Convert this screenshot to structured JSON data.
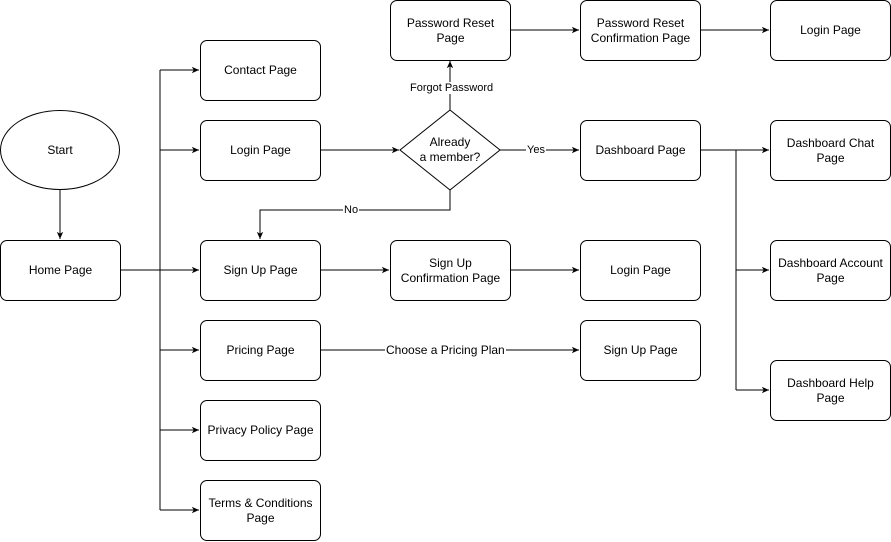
{
  "nodes": {
    "start": "Start",
    "home": "Home Page",
    "contact": "Contact Page",
    "login": "Login Page",
    "signup": "Sign Up Page",
    "pricing": "Pricing Page",
    "privacy": "Privacy Policy Page",
    "terms": "Terms & Conditions\nPage",
    "decision": "Already\na member?",
    "pw_reset": "Password Reset\nPage",
    "pw_confirm": "Password Reset\nConfirmation Page",
    "pw_login": "Login Page",
    "signup_confirm": "Sign Up\nConfirmation Page",
    "signup_login": "Login Page",
    "pricing_signup": "Sign Up Page",
    "dashboard": "Dashboard Page",
    "dash_chat": "Dashboard Chat\nPage",
    "dash_account": "Dashboard Account\nPage",
    "dash_help": "Dashboard Help\nPage"
  },
  "edge_labels": {
    "forgot": "Forgot Password",
    "yes": "Yes",
    "no": "No",
    "choose_plan": "Choose a Pricing Plan"
  }
}
